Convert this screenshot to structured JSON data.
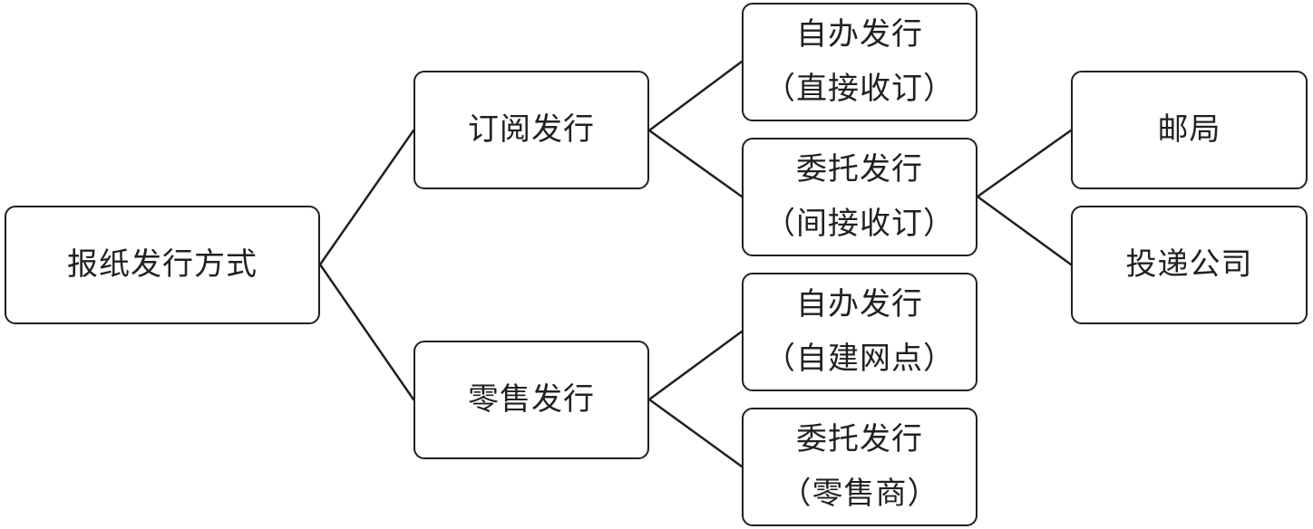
{
  "root": {
    "label": "报纸发行方式"
  },
  "subscription": {
    "label": "订阅发行",
    "self": {
      "line1": "自办发行",
      "line2": "（直接收订）"
    },
    "agency": {
      "line1": "委托发行",
      "line2": "（间接收订）"
    }
  },
  "retail": {
    "label": "零售发行",
    "self": {
      "line1": "自办发行",
      "line2": "（自建网点）"
    },
    "agency": {
      "line1": "委托发行",
      "line2": "（零售商）"
    }
  },
  "agency_channels": {
    "post": "邮局",
    "delivery_company": "投递公司"
  }
}
